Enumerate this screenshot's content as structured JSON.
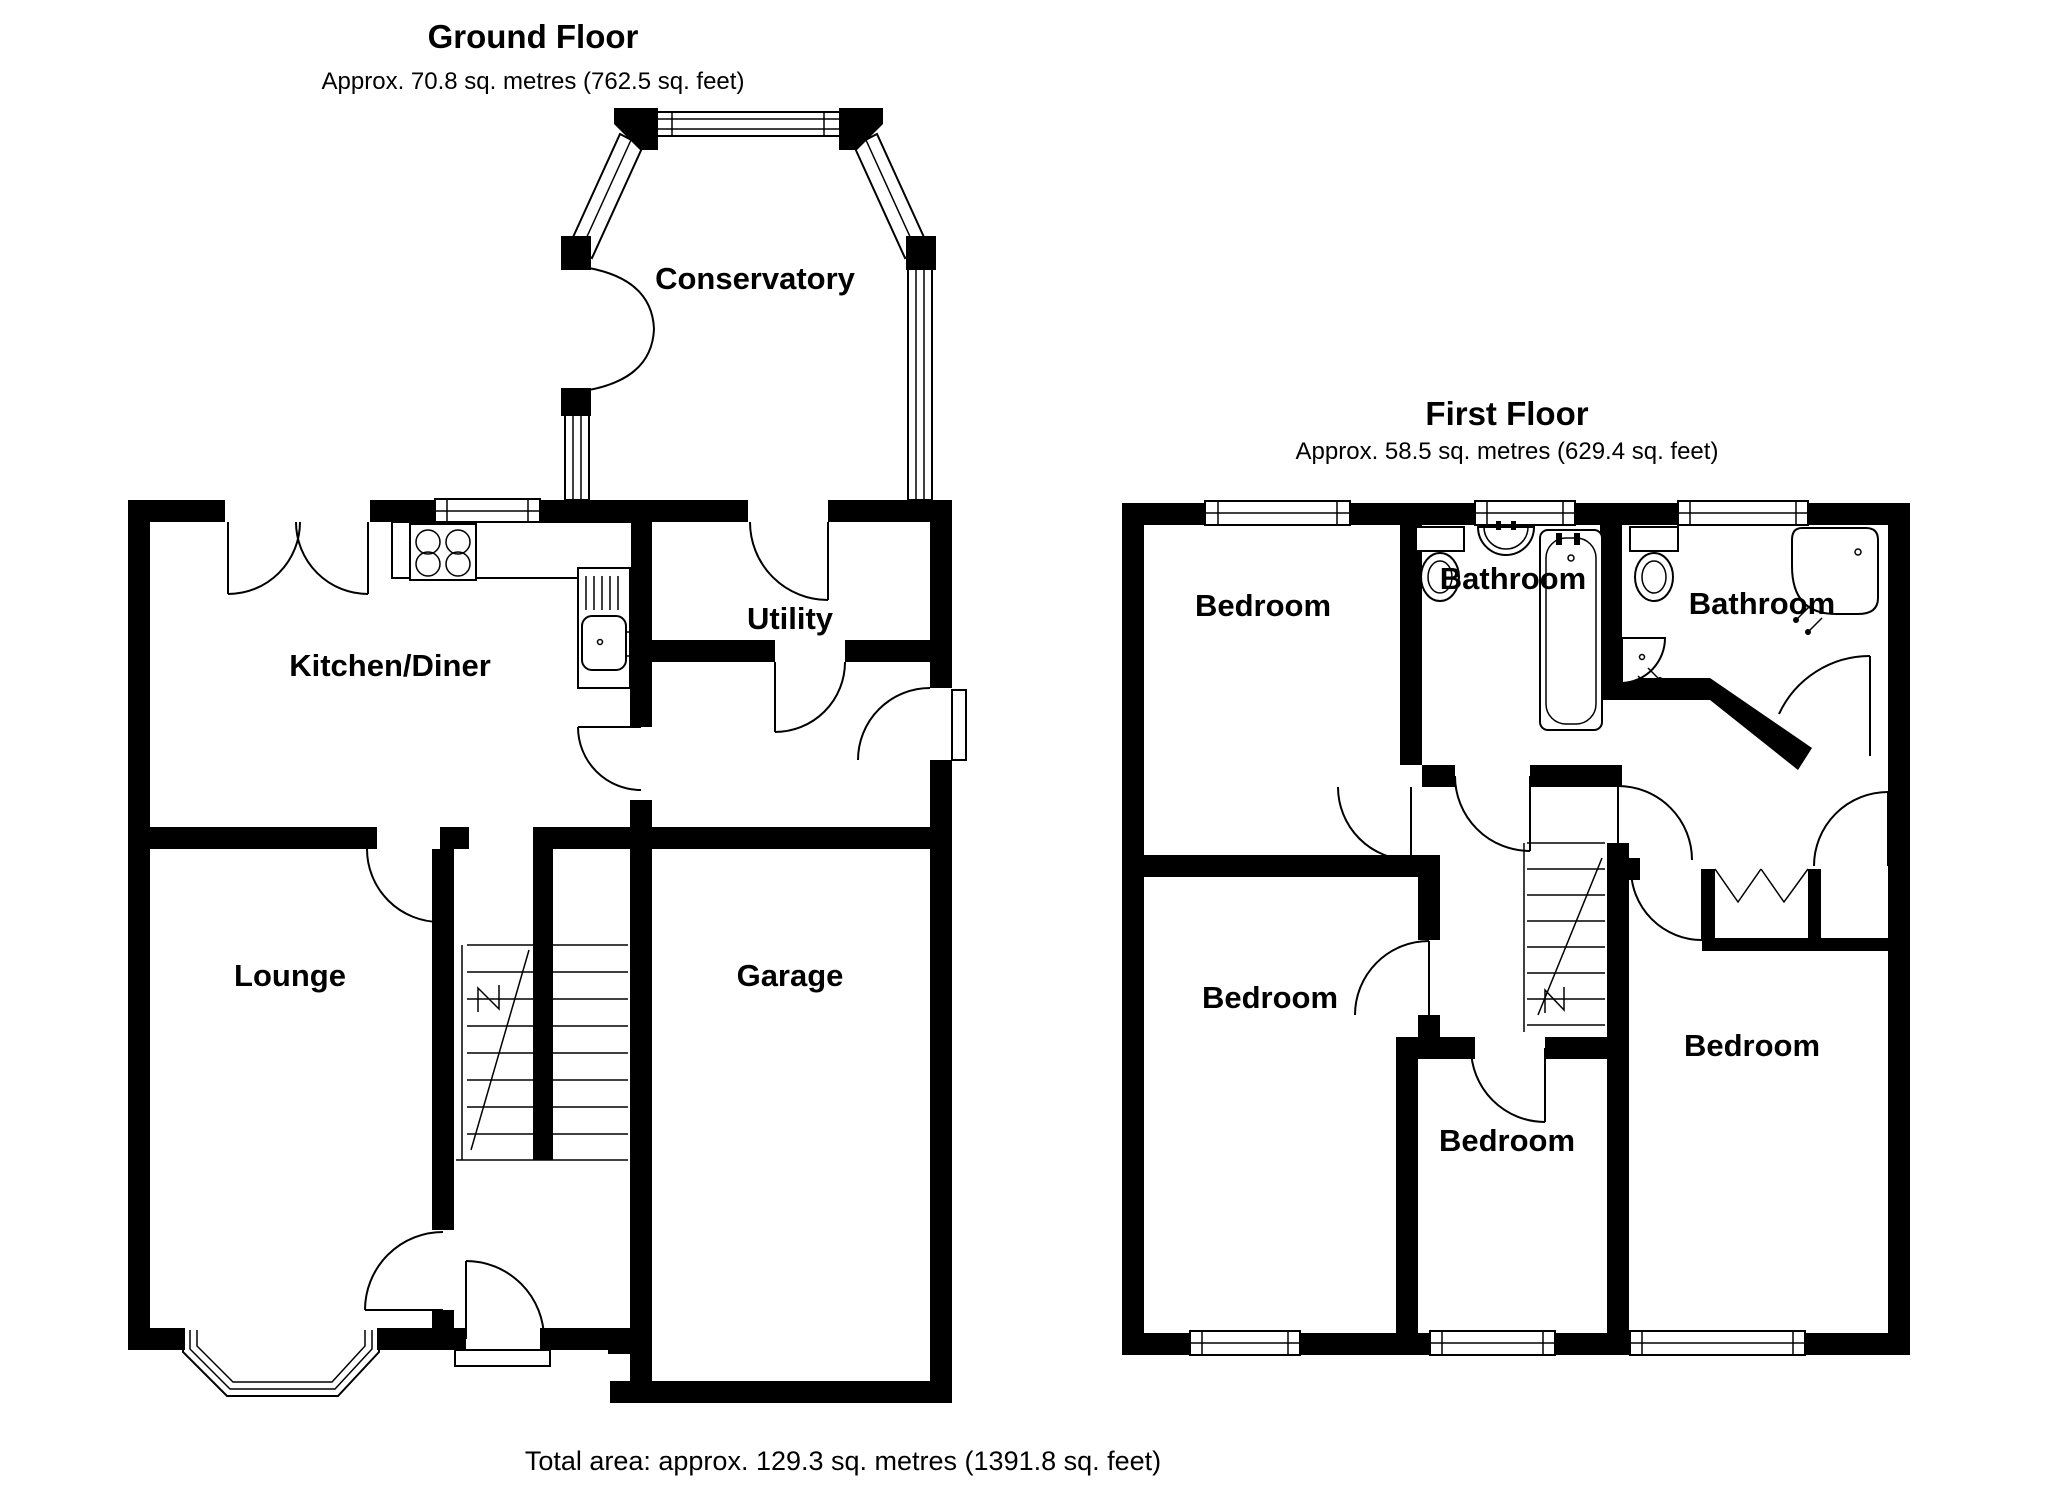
{
  "ground_floor": {
    "title": "Ground Floor",
    "area": "Approx. 70.8 sq. metres (762.5 sq. feet)",
    "rooms": [
      {
        "name": "Conservatory"
      },
      {
        "name": "Kitchen/Diner"
      },
      {
        "name": "Utility"
      },
      {
        "name": "Lounge"
      },
      {
        "name": "Garage"
      }
    ]
  },
  "first_floor": {
    "title": "First Floor",
    "area": "Approx. 58.5 sq. metres (629.4 sq. feet)",
    "rooms": [
      {
        "name": "Bedroom"
      },
      {
        "name": "Bathroom"
      },
      {
        "name": "Bathroom"
      },
      {
        "name": "Bedroom"
      },
      {
        "name": "Bedroom"
      },
      {
        "name": "Bedroom"
      }
    ]
  },
  "footer": {
    "total_area": "Total area: approx. 129.3 sq. metres (1391.8 sq. feet)"
  },
  "colors": {
    "walls": "#000000",
    "background": "#ffffff"
  }
}
